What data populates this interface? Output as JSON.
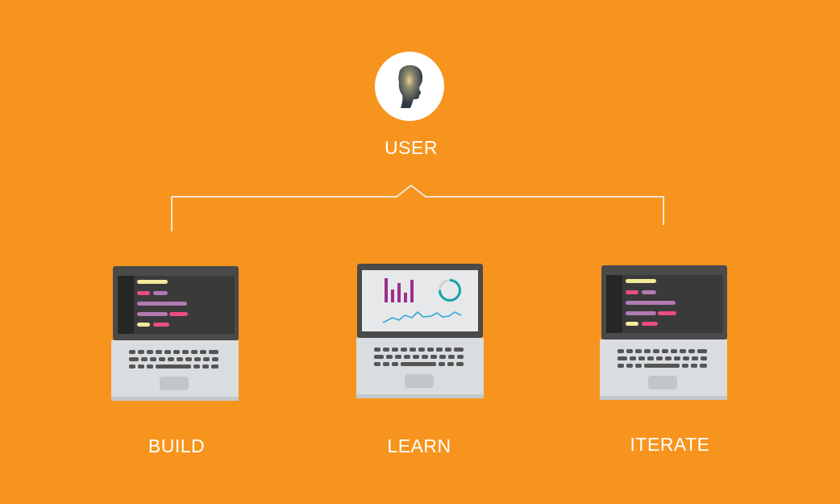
{
  "diagram": {
    "root": {
      "label": "USER",
      "icon": "user-head-icon"
    },
    "children": [
      {
        "label": "BUILD",
        "icon": "laptop-code-icon"
      },
      {
        "label": "LEARN",
        "icon": "laptop-analytics-icon"
      },
      {
        "label": "ITERATE",
        "icon": "laptop-code-icon"
      }
    ]
  },
  "colors": {
    "background": "#F7941D",
    "connector": "#F3E6D3",
    "laptop_bezel": "#4A4A4A",
    "laptop_body": "#D9DDE0",
    "code_yellow": "#F2EC9A",
    "code_pink": "#E84D84",
    "code_purple": "#B07BB0",
    "chart_purple": "#9B2F8F",
    "chart_teal": "#17A2A5",
    "chart_blue": "#35A6D6"
  }
}
